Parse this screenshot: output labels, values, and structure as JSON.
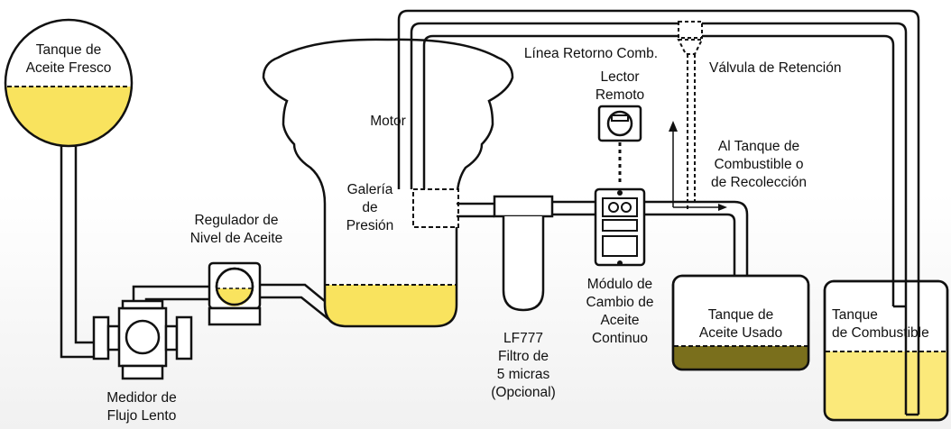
{
  "colors": {
    "oil_fill": "#f9e35e",
    "used_oil_fill": "#7a6f1c",
    "tank_yellow_light": "#fbe97a",
    "stroke": "#111111",
    "background": "#ffffff"
  },
  "labels": {
    "fresh_tank": "Tanque de\nAceite Fresco",
    "level_regulator": "Regulador de\nNivel de Aceite",
    "motor": "Motor",
    "pressure_gallery": "Galería\nde\nPresión",
    "return_line": "Línea Retorno Comb.",
    "remote_reader": "Lector\nRemoto",
    "check_valve": "Válvula de Retención",
    "to_fuel_tank": "Al Tanque de\nCombustible o\nde Recolección",
    "filter": "LF777\nFiltro de\n5 micras\n(Opcional)",
    "module": "Módulo de\nCambio de\nAceite\nContinuo",
    "used_oil_tank": "Tanque de\nAceite Usado",
    "fuel_tank": "Tanque\nde Combustible",
    "flow_meter": "Medidor de\nFlujo Lento"
  }
}
